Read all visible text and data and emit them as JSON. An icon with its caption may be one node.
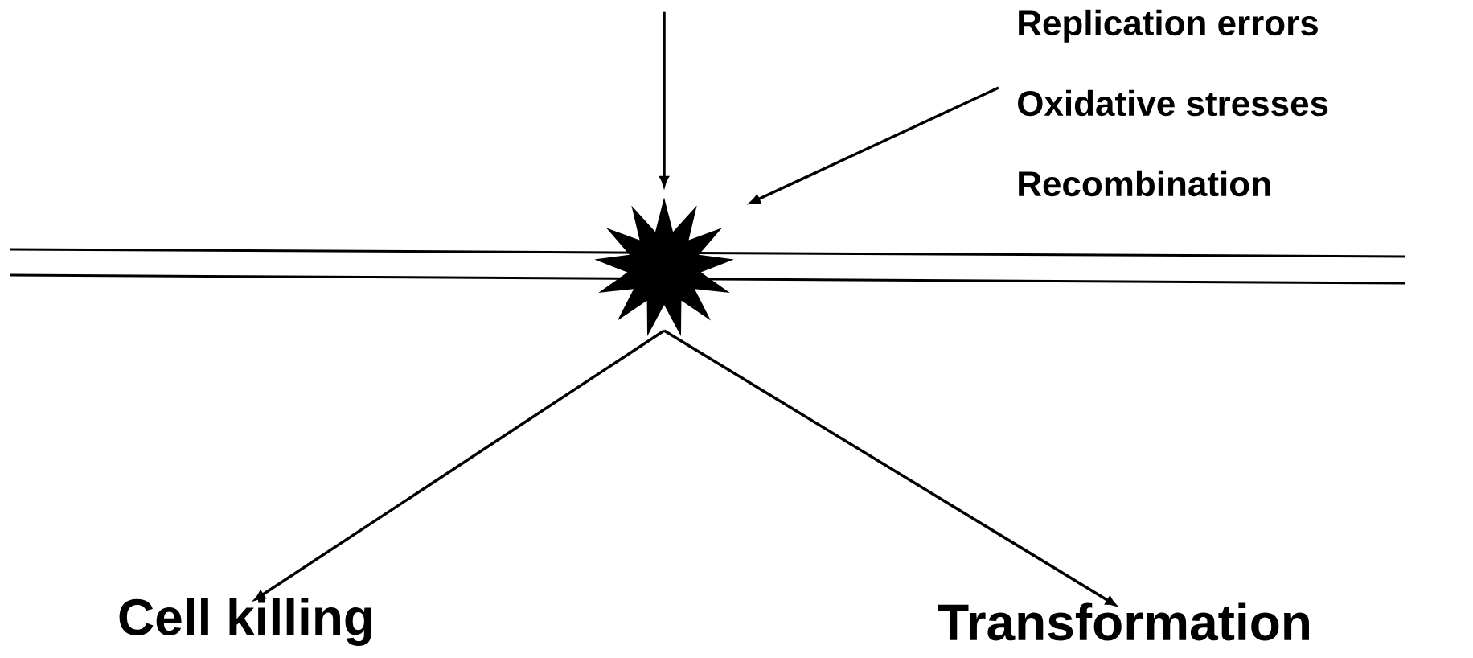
{
  "diagram": {
    "nodes": [
      {
        "text": [
          "Replication errors",
          "Oxidative stresses",
          "Recombination"
        ]
      },
      {
        "text": [],
        "shape": "burst"
      },
      {
        "text": [
          "Cell killing"
        ]
      },
      {
        "text": [
          "Transformation"
        ]
      }
    ],
    "edges": [
      {
        "from": null,
        "to": 1,
        "arrow": "to"
      },
      {
        "from": 0,
        "to": 1,
        "arrow": "to"
      },
      {
        "from": 1,
        "to": 2,
        "arrow": "to"
      },
      {
        "from": 1,
        "to": 3,
        "arrow": "to"
      }
    ]
  }
}
